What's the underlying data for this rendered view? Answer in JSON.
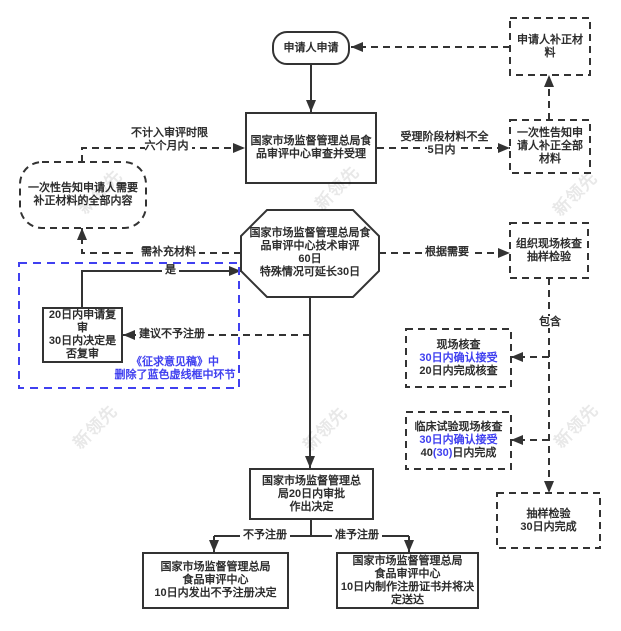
{
  "nodes": {
    "start": {
      "label": "申请人申请"
    },
    "correction_material": {
      "label": "申请人补正材\n料"
    },
    "review_acceptance": {
      "label": "国家市场监督管理总局食\n品审评中心审查并受理"
    },
    "notify_all_correction": {
      "label": "一次性告知申\n请人补正全部\n材料"
    },
    "notify_all_content": {
      "label": "一次性告知申请人需要\n补正材料的全部内容"
    },
    "technical_review": {
      "label": "国家市场监督管理总局食\n品审评中心技术审评\n60日\n特殊情况可延长30日"
    },
    "organize_onsite": {
      "label": "组织现场核查\n抽样检验"
    },
    "reexamination": {
      "label": "20日内申请复\n审\n30日内决定是\n否复审"
    },
    "onsite_check": {
      "line1": "现场核查",
      "line2": "30日内确认接受",
      "line3": "20日内完成核查"
    },
    "clinical_check": {
      "line1": "临床试验现场核查",
      "line2": "30日内确认接受",
      "line3_pre": "40",
      "line3_blue": "(30)",
      "line3_post": "日内完成"
    },
    "sampling_test": {
      "label": "抽样检验\n30日内完成"
    },
    "approval": {
      "label": "国家市场监督管理总\n局20日内审批\n作出决定"
    },
    "reject_decision": {
      "label": "国家市场监督管理总局\n食品审评中心\n10日内发出不予注册决定"
    },
    "register_cert": {
      "label": "国家市场监督管理总局\n食品审评中心\n10日内制作注册证书并将决\n定送达"
    }
  },
  "edge_labels": {
    "not_counted": "不计入审评时限\n六个月内",
    "acceptance_incomplete": "受理阶段材料不全\n5日内",
    "need_supplement": "需补充材料",
    "yes": "是",
    "as_needed": "根据需要",
    "suggest_reject": "建议不予注册",
    "include": "包含",
    "reject": "不予注册",
    "approve": "准予注册"
  },
  "note": {
    "text": "《征求意见稿》中\n删除了蓝色虚线框中环节"
  },
  "watermark": {
    "text": "新领先"
  },
  "colors": {
    "line": "#333333",
    "blue": "#4040f0"
  }
}
